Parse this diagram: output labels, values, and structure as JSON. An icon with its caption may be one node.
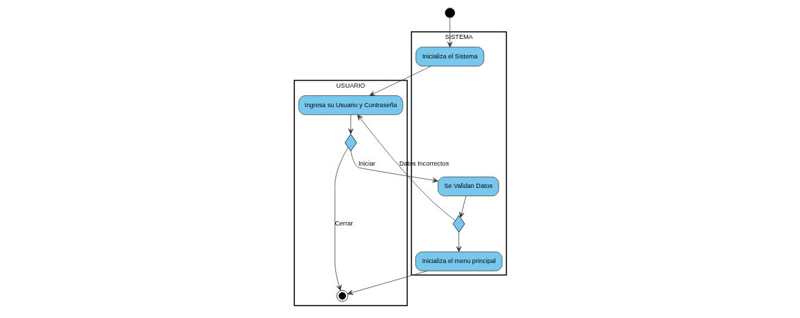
{
  "diagram": {
    "nodes": [
      {
        "text": [
          "USUARIO"
        ]
      },
      {
        "text": [
          "SISTEMA"
        ]
      },
      {
        "text": [
          "Ingresa su Usuario y Contraseña"
        ],
        "in": 0
      },
      {
        "text": [],
        "shape": "diamond",
        "in": 0
      },
      {
        "text": [],
        "shape": "circle",
        "in": 0
      },
      {
        "text": [
          "Inicializa el Sistema"
        ],
        "in": 1
      },
      {
        "text": [
          "Se Validan Datos"
        ],
        "in": 1
      },
      {
        "text": [],
        "shape": "diamond",
        "in": 1
      },
      {
        "text": [
          "Inicializa el menu principal"
        ],
        "in": 1
      },
      {
        "text": [],
        "shape": "circle"
      }
    ],
    "edges": [
      {
        "from": 9,
        "to": 5,
        "arrow": "to"
      },
      {
        "from": 5,
        "to": 2,
        "arrow": "to"
      },
      {
        "from": 2,
        "to": 3,
        "arrow": "to"
      },
      {
        "from": 3,
        "to": 6,
        "arrow": "to",
        "label": "Iniciar"
      },
      {
        "from": 3,
        "to": 4,
        "arrow": "to",
        "label": "Cerrar"
      },
      {
        "from": 6,
        "to": 7,
        "arrow": "to"
      },
      {
        "from": 7,
        "to": 2,
        "arrow": "to",
        "label": "Datos Incorrectos"
      },
      {
        "from": 7,
        "to": 8,
        "arrow": "to"
      },
      {
        "from": 8,
        "to": 4,
        "arrow": "to"
      }
    ]
  }
}
